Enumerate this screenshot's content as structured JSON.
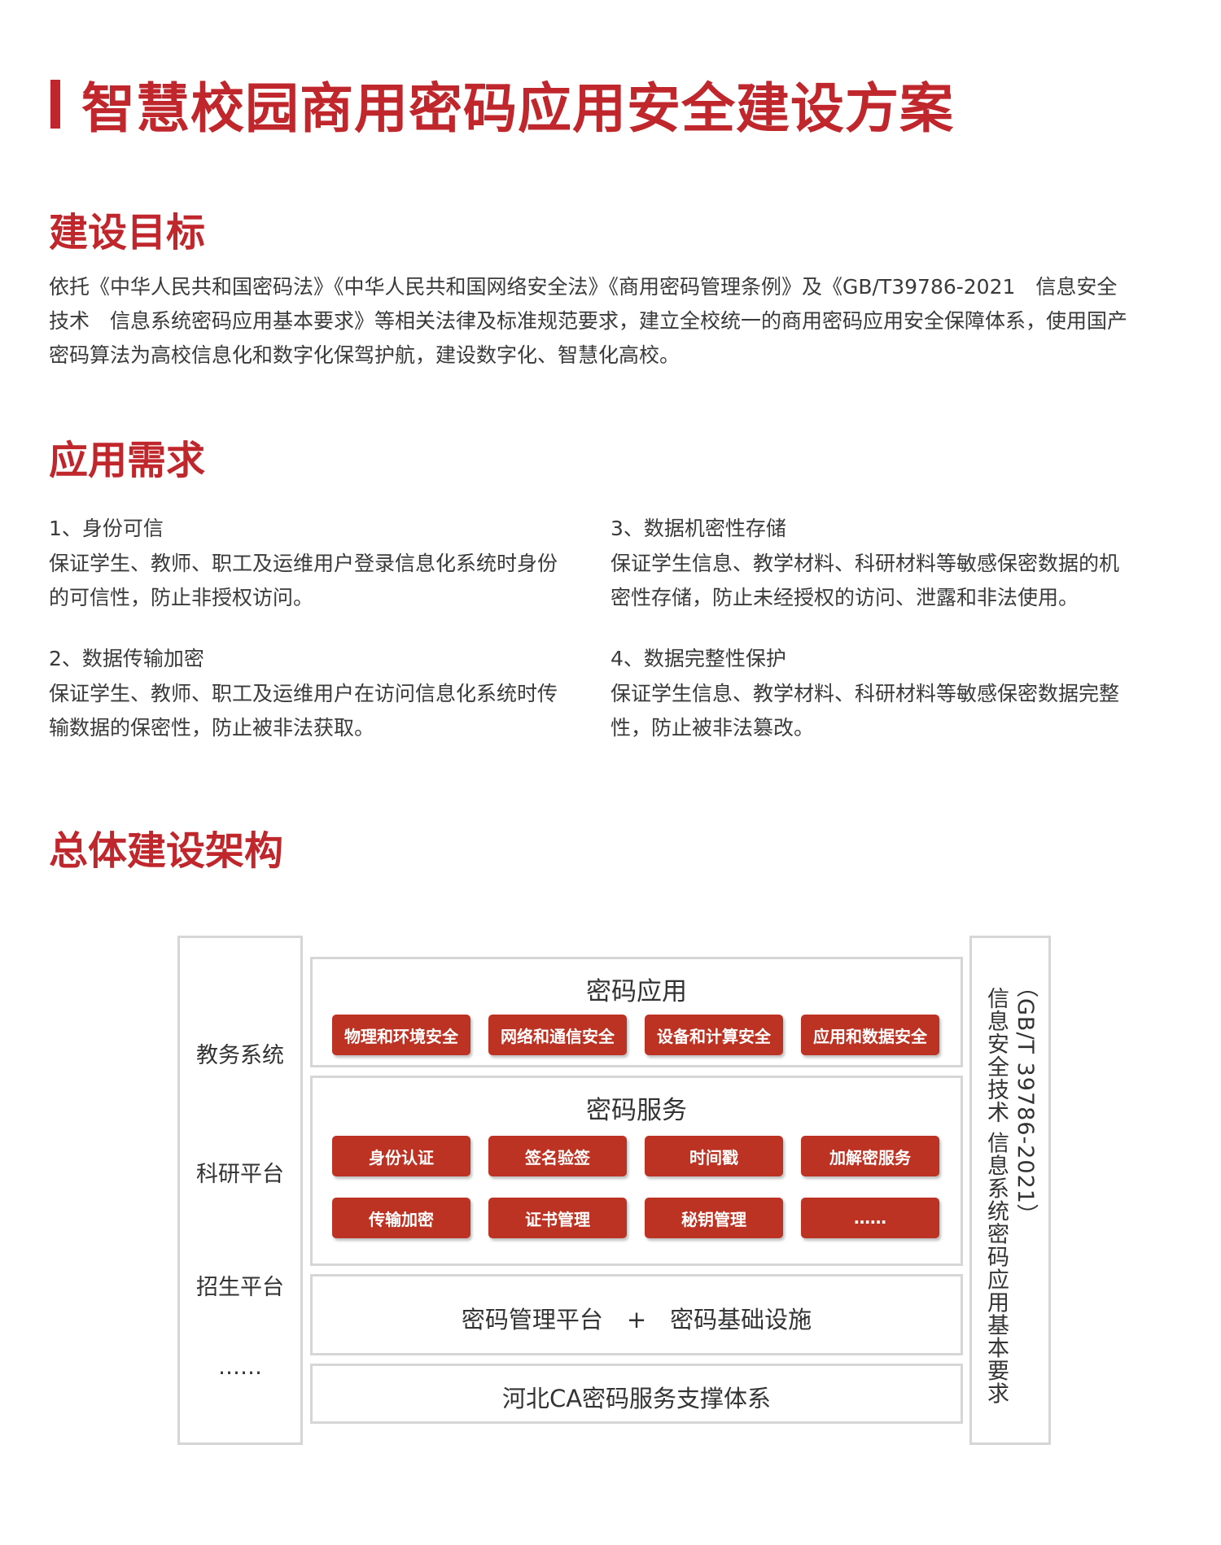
{
  "title": "智慧校园商用密码应用安全建设方案",
  "goal": {
    "heading": "建设目标",
    "text_lines": [
      "依托《中华人民共和国密码法》《中华人民共和国网络安全法》《商用密码管理条例》及《GB/T39786-2021　信息安全",
      "技术　信息系统密码应用基本要求》等相关法律及标准规范要求，建立全校统一的商用密码应用安全保障体系，使用国产",
      "密码算法为高校信息化和数字化保驾护航，建设数字化、智慧化高校。"
    ]
  },
  "needs": {
    "heading": "应用需求",
    "items": [
      {
        "title": "1、身份可信",
        "desc_lines": [
          "保证学生、教师、职工及运维用户登录信息化系统时身份",
          "的可信性，防止非授权访问。"
        ]
      },
      {
        "title": "2、数据传输加密",
        "desc_lines": [
          "保证学生、教师、职工及运维用户在访问信息化系统时传",
          "输数据的保密性，防止被非法获取。"
        ]
      },
      {
        "title": "3、数据机密性存储",
        "desc_lines": [
          "保证学生信息、教学材料、科研材料等敏感保密数据的机",
          "密性存储，防止未经授权的访问、泄露和非法使用。"
        ]
      },
      {
        "title": "4、数据完整性保护",
        "desc_lines": [
          "保证学生信息、教学材料、科研材料等敏感保密数据完整",
          "性，防止被非法篡改。"
        ]
      }
    ]
  },
  "architecture": {
    "heading": "总体建设架构",
    "left_items": [
      "教务系统",
      "科研平台",
      "招生平台",
      "……"
    ],
    "crypto_app": {
      "title": "密码应用",
      "tags": [
        "物理和环境安全",
        "网络和通信安全",
        "设备和计算安全",
        "应用和数据安全"
      ]
    },
    "crypto_service": {
      "title": "密码服务",
      "tags_row1": [
        "身份认证",
        "签名验签",
        "时间戳",
        "加解密服务"
      ],
      "tags_row2": [
        "传输加密",
        "证书管理",
        "秘钥管理",
        "……"
      ]
    },
    "management": "密码管理平台　+　密码基础设施",
    "support": "河北CA密码服务支撑体系",
    "right_col_1": "信息安全技术 信息系统密码应用基本要求",
    "right_col_2": "（GB/T 39786-2021）"
  }
}
